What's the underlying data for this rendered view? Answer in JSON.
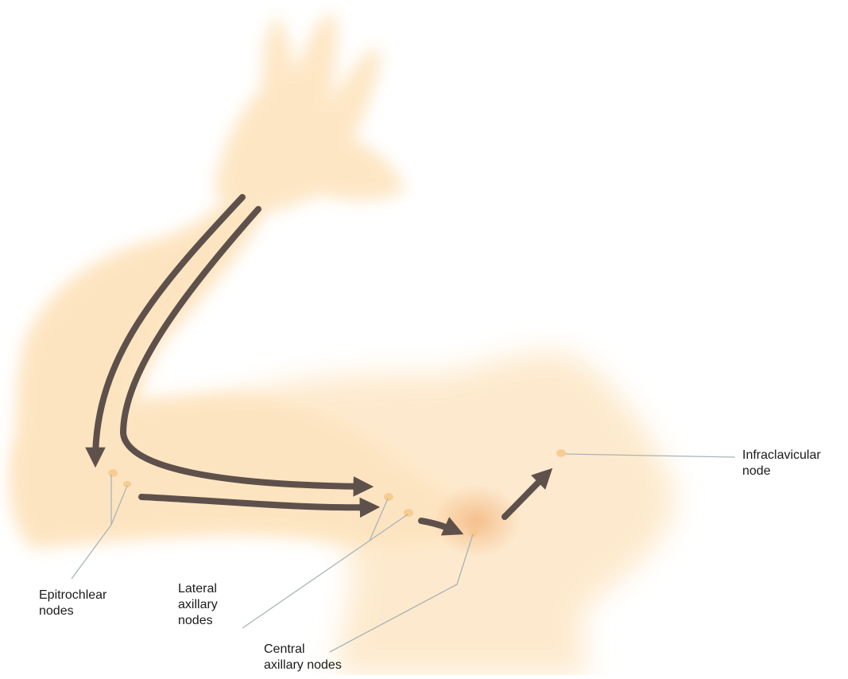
{
  "diagram": {
    "labels": {
      "epitrochlear": [
        "Epitrochlear",
        "nodes"
      ],
      "lateral_axillary": [
        "Lateral",
        "axillary",
        "nodes"
      ],
      "central_axillary": [
        "Central",
        "axillary nodes"
      ],
      "infraclavicular": [
        "Infraclavicular",
        "node"
      ]
    },
    "colors": {
      "skin": "#fde3bb",
      "skin_shadow": "#f8cf99",
      "arrow": "#5e504a",
      "leader_line": "#a9b3b8",
      "node": "#f6c98e"
    }
  }
}
